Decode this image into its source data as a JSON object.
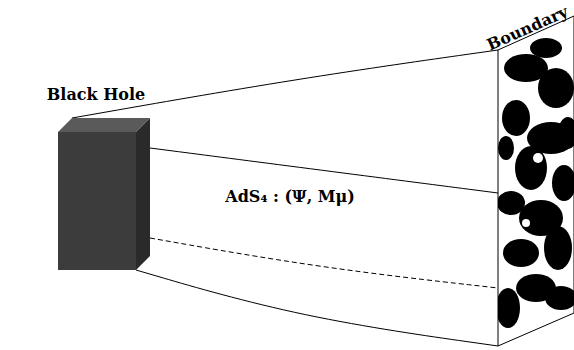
{
  "diagram": {
    "nodes": [
      {
        "text": [
          "Black Hole"
        ]
      },
      {
        "text": [
          "Boundary"
        ]
      }
    ],
    "edges": [
      {
        "from": 0,
        "to": 1,
        "arrow": "none"
      },
      {
        "from": 0,
        "to": 1,
        "arrow": "none"
      },
      {
        "from": 0,
        "to": 1,
        "arrow": "none"
      },
      {
        "from": 0,
        "to": 1,
        "arrow": "none"
      }
    ],
    "labels": [
      "AdS₄ : (Ψ, Mμ)"
    ]
  }
}
